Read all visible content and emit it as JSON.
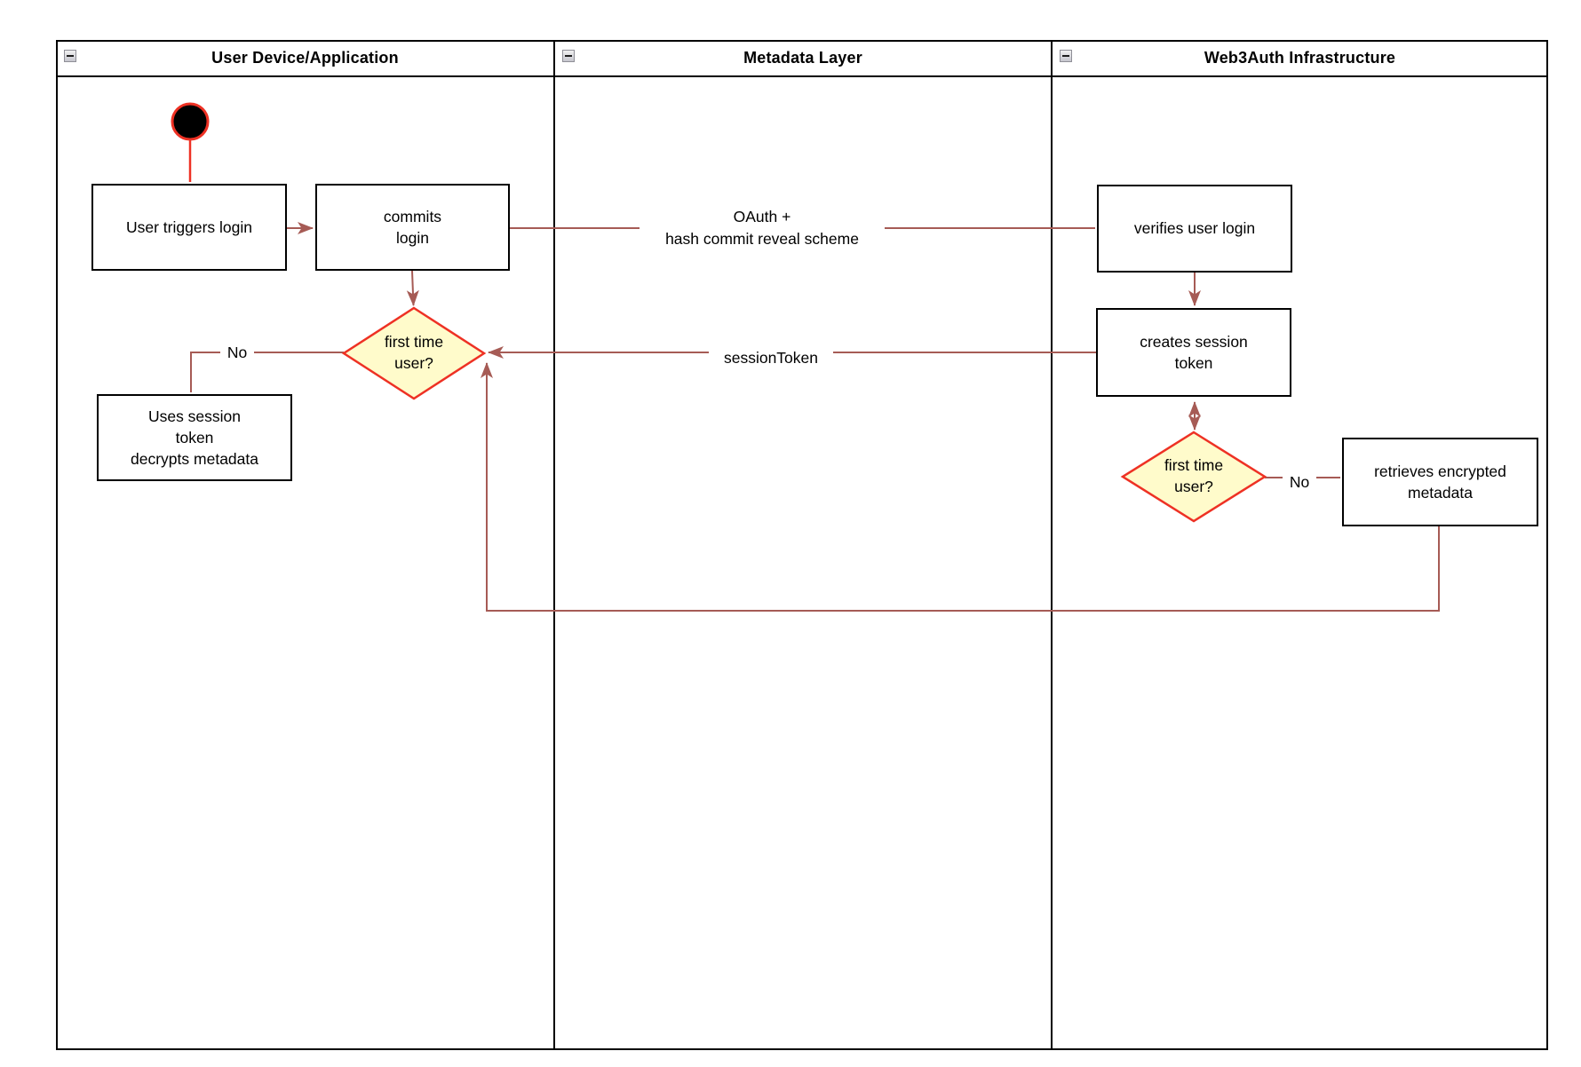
{
  "diagram": {
    "lanes": [
      {
        "title": "User Device/Application"
      },
      {
        "title": "Metadata Layer"
      },
      {
        "title": "Web3Auth Infrastructure"
      }
    ],
    "nodes": {
      "user_triggers_login": {
        "label": "User triggers login"
      },
      "commits_login": {
        "label": "commits\nlogin"
      },
      "verifies_user_login": {
        "label": "verifies user login"
      },
      "creates_session_token": {
        "label": "creates session\ntoken"
      },
      "first_time_user_left": {
        "label": "first time\nuser?"
      },
      "uses_session_token": {
        "label": "Uses session\ntoken\ndecrypts metadata"
      },
      "first_time_user_right": {
        "label": "first time\nuser?"
      },
      "retrieves_encrypted_metadata": {
        "label": "retrieves encrypted\nmetadata"
      }
    },
    "edge_labels": {
      "oauth": "OAuth +\nhash commit reveal scheme",
      "session_token": "sessionToken",
      "no_left": "No",
      "no_right": "No"
    },
    "colors": {
      "connector": "#A65B55",
      "start_connector": "#EE3124",
      "decision_border": "#EE3124",
      "decision_fill": "#FFFBCB",
      "node_border": "#000000",
      "start_fill": "#000000",
      "lane_border": "#000000"
    }
  }
}
